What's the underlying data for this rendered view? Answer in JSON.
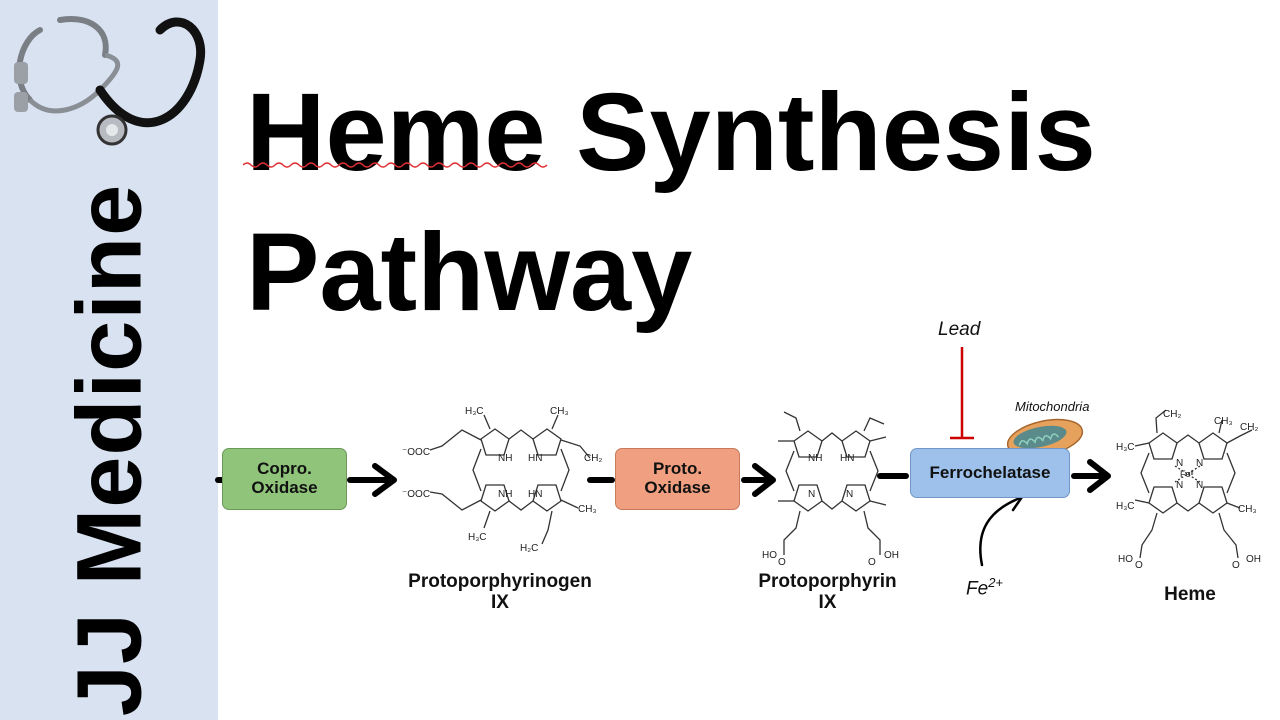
{
  "brand": "JJ Medicine",
  "title_line1": "Heme Synthesis",
  "title_line2": "Pathway",
  "enzymes": {
    "copro": "Copro.\nOxidase",
    "proto": "Proto.\nOxidase",
    "ferro": "Ferrochelatase"
  },
  "compounds": {
    "protoporphyrinogen": "Protoporphyrinogen\nIX",
    "protoporphyrin": "Protoporphyrin\nIX",
    "heme": "Heme"
  },
  "inhibitor": "Lead",
  "organelle": "Mitochondria",
  "cofactor": "Fe",
  "cofactor_charge": "2+",
  "colors": {
    "sidebar": "#d9e2f1",
    "copro_box": "#8fc47a",
    "proto_box": "#f0a080",
    "ferro_box": "#9dc1ea",
    "inhibition": "#cc0000"
  }
}
